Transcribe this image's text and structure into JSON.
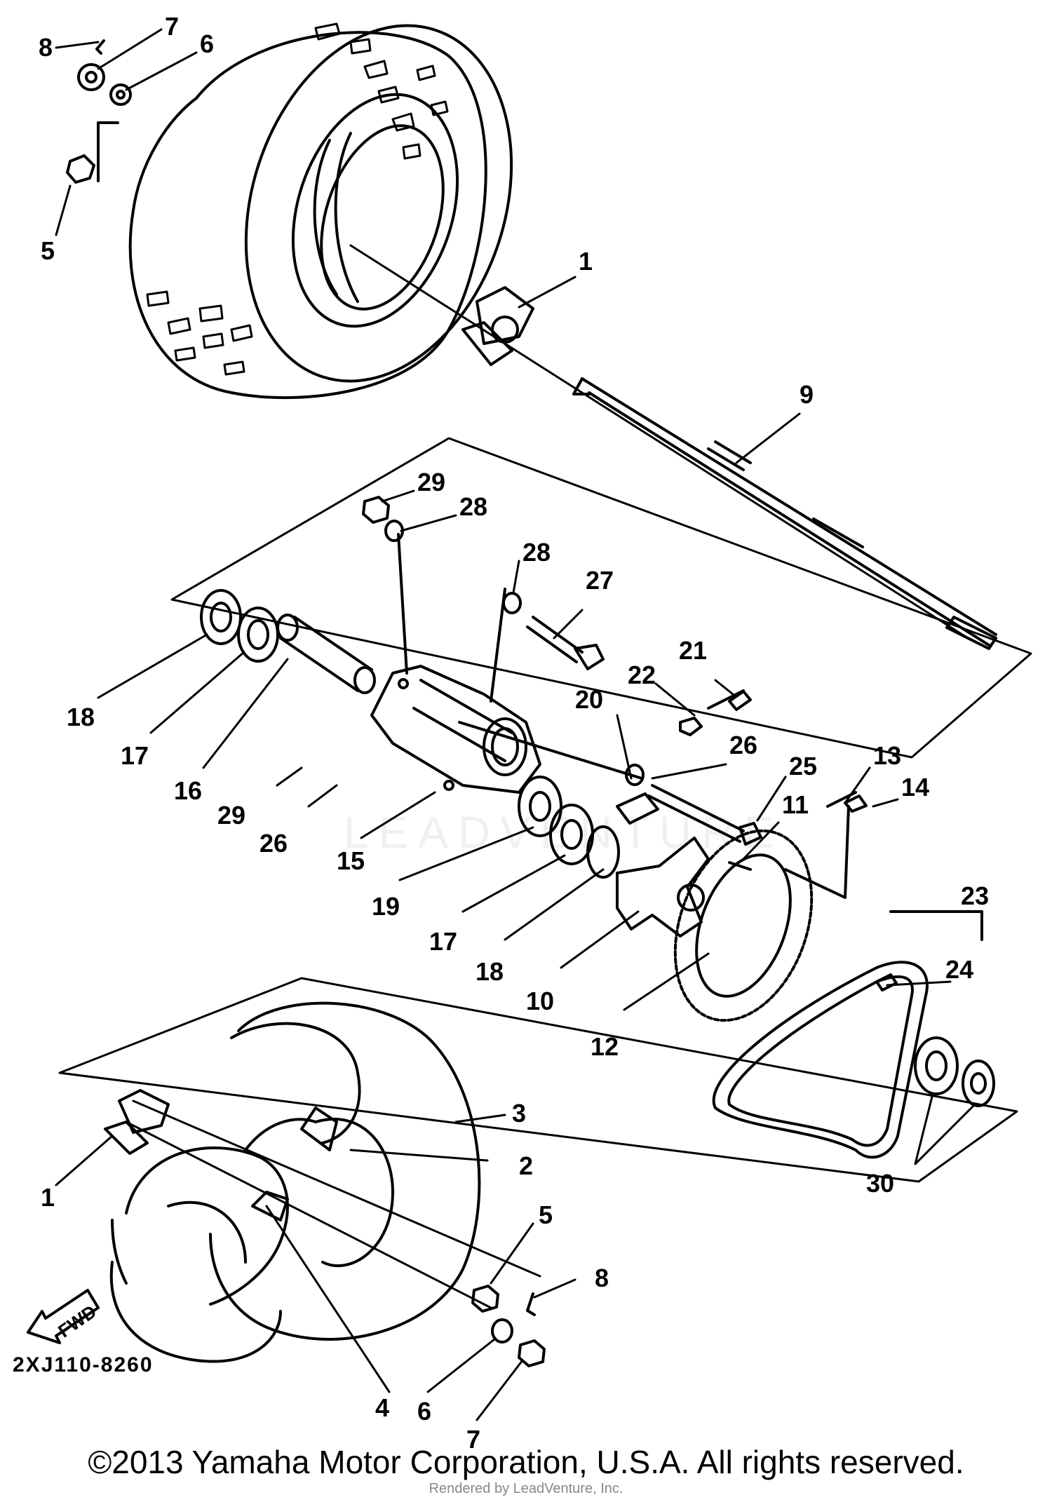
{
  "diagram": {
    "code": "2XJ110-8260",
    "fwd_label": "FWD",
    "watermark": "LEADVENTURE",
    "callouts": [
      {
        "id": "c8a",
        "text": "8"
      },
      {
        "id": "c7a",
        "text": "7"
      },
      {
        "id": "c6a",
        "text": "6"
      },
      {
        "id": "c5a",
        "text": "5"
      },
      {
        "id": "c1a",
        "text": "1"
      },
      {
        "id": "c9",
        "text": "9"
      },
      {
        "id": "c29a",
        "text": "29"
      },
      {
        "id": "c28a",
        "text": "28"
      },
      {
        "id": "c28b",
        "text": "28"
      },
      {
        "id": "c27",
        "text": "27"
      },
      {
        "id": "c21",
        "text": "21"
      },
      {
        "id": "c22",
        "text": "22"
      },
      {
        "id": "c20",
        "text": "20"
      },
      {
        "id": "c26a",
        "text": "26"
      },
      {
        "id": "c25",
        "text": "25"
      },
      {
        "id": "c13",
        "text": "13"
      },
      {
        "id": "c14",
        "text": "14"
      },
      {
        "id": "c11",
        "text": "11"
      },
      {
        "id": "c18a",
        "text": "18"
      },
      {
        "id": "c17a",
        "text": "17"
      },
      {
        "id": "c16",
        "text": "16"
      },
      {
        "id": "c29b",
        "text": "29"
      },
      {
        "id": "c26b",
        "text": "26"
      },
      {
        "id": "c15",
        "text": "15"
      },
      {
        "id": "c19",
        "text": "19"
      },
      {
        "id": "c17b",
        "text": "17"
      },
      {
        "id": "c18b",
        "text": "18"
      },
      {
        "id": "c10",
        "text": "10"
      },
      {
        "id": "c12",
        "text": "12"
      },
      {
        "id": "c23",
        "text": "23"
      },
      {
        "id": "c24",
        "text": "24"
      },
      {
        "id": "c30",
        "text": "30"
      },
      {
        "id": "c3",
        "text": "3"
      },
      {
        "id": "c2",
        "text": "2"
      },
      {
        "id": "c1b",
        "text": "1"
      },
      {
        "id": "c5b",
        "text": "5"
      },
      {
        "id": "c8b",
        "text": "8"
      },
      {
        "id": "c4",
        "text": "4"
      },
      {
        "id": "c6b",
        "text": "6"
      },
      {
        "id": "c7b",
        "text": "7"
      }
    ]
  },
  "footer": {
    "copyright": "©2013 Yamaha Motor Corporation, U.S.A. All rights reserved.",
    "rendered_by": "Rendered by LeadVenture, Inc."
  }
}
